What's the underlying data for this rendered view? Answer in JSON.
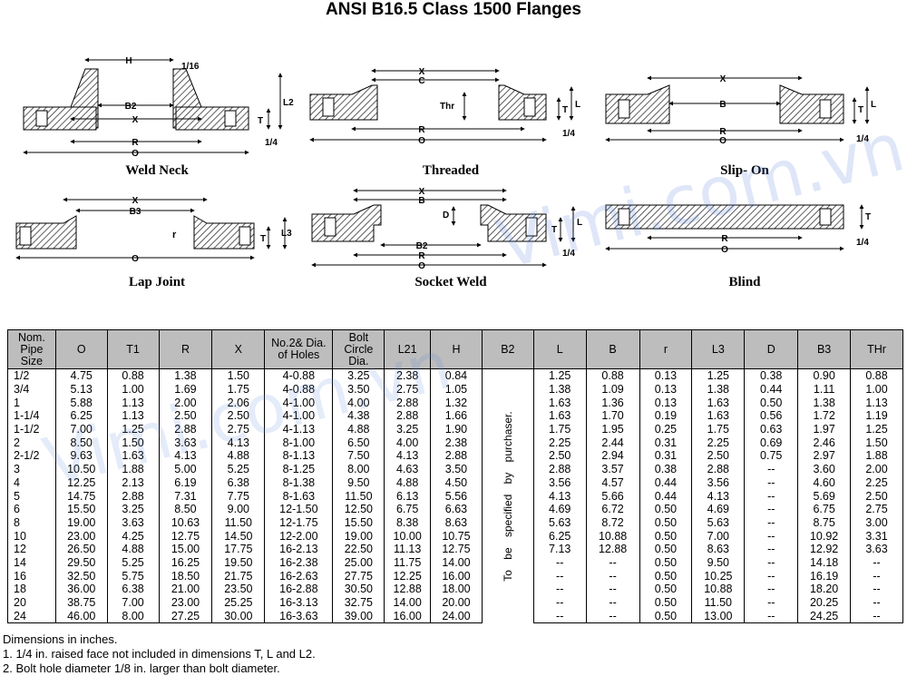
{
  "title": "ANSI B16.5 Class 1500 Flanges",
  "watermark": "Vimi.com.vn",
  "diagrams": {
    "weld_neck": {
      "caption": "Weld Neck",
      "labels": [
        "H",
        "1/16",
        "B2",
        "X",
        "L2",
        "T",
        "R",
        "O",
        "1/4"
      ]
    },
    "threaded": {
      "caption": "Threaded",
      "labels": [
        "X",
        "C",
        "Thr",
        "T",
        "L",
        "R",
        "O",
        "1/4"
      ]
    },
    "slip_on": {
      "caption": "Slip- On",
      "labels": [
        "X",
        "B",
        "T",
        "L",
        "R",
        "O",
        "1/4"
      ]
    },
    "lap_joint": {
      "caption": "Lap Joint",
      "labels": [
        "X",
        "B3",
        "r",
        "T",
        "L3",
        "O"
      ]
    },
    "socket_weld": {
      "caption": "Socket Weld",
      "labels": [
        "X",
        "B",
        "D",
        "T",
        "L",
        "B2",
        "R",
        "O",
        "1/4"
      ]
    },
    "blind": {
      "caption": "Blind",
      "labels": [
        "T",
        "R",
        "O",
        "1/4"
      ]
    }
  },
  "table": {
    "headers": [
      "Nom. Pipe Size",
      "O",
      "T1",
      "R",
      "X",
      "No.2& Dia. of Holes",
      "Bolt Circle Dia.",
      "L21",
      "H",
      "B2",
      "L",
      "B",
      "r",
      "L3",
      "D",
      "B3",
      "THr"
    ],
    "b2_note": "To be specified by purchaser.",
    "rows": [
      [
        "1/2",
        "4.75",
        "0.88",
        "1.38",
        "1.50",
        "4-0.88",
        "3.25",
        "2.38",
        "0.84",
        "1.25",
        "0.88",
        "0.13",
        "1.25",
        "0.38",
        "0.90",
        "0.88"
      ],
      [
        "3/4",
        "5.13",
        "1.00",
        "1.69",
        "1.75",
        "4-0.88",
        "3.50",
        "2.75",
        "1.05",
        "1.38",
        "1.09",
        "0.13",
        "1.38",
        "0.44",
        "1.11",
        "1.00"
      ],
      [
        "1",
        "5.88",
        "1.13",
        "2.00",
        "2.06",
        "4-1.00",
        "4.00",
        "2.88",
        "1.32",
        "1.63",
        "1.36",
        "0.13",
        "1.63",
        "0.50",
        "1.38",
        "1.13"
      ],
      [
        "1-1/4",
        "6.25",
        "1.13",
        "2.50",
        "2.50",
        "4-1.00",
        "4.38",
        "2.88",
        "1.66",
        "1.63",
        "1.70",
        "0.19",
        "1.63",
        "0.56",
        "1.72",
        "1.19"
      ],
      [
        "1-1/2",
        "7.00",
        "1.25",
        "2.88",
        "2.75",
        "4-1.13",
        "4.88",
        "3.25",
        "1.90",
        "1.75",
        "1.95",
        "0.25",
        "1.75",
        "0.63",
        "1.97",
        "1.25"
      ],
      [
        "2",
        "8.50",
        "1.50",
        "3.63",
        "4.13",
        "8-1.00",
        "6.50",
        "4.00",
        "2.38",
        "2.25",
        "2.44",
        "0.31",
        "2.25",
        "0.69",
        "2.46",
        "1.50"
      ],
      [
        "2-1/2",
        "9.63",
        "1.63",
        "4.13",
        "4.88",
        "8-1.13",
        "7.50",
        "4.13",
        "2.88",
        "2.50",
        "2.94",
        "0.31",
        "2.50",
        "0.75",
        "2.97",
        "1.88"
      ],
      [
        "3",
        "10.50",
        "1.88",
        "5.00",
        "5.25",
        "8-1.25",
        "8.00",
        "4.63",
        "3.50",
        "2.88",
        "3.57",
        "0.38",
        "2.88",
        "--",
        "3.60",
        "2.00"
      ],
      [
        "4",
        "12.25",
        "2.13",
        "6.19",
        "6.38",
        "8-1.38",
        "9.50",
        "4.88",
        "4.50",
        "3.56",
        "4.57",
        "0.44",
        "3.56",
        "--",
        "4.60",
        "2.25"
      ],
      [
        "5",
        "14.75",
        "2.88",
        "7.31",
        "7.75",
        "8-1.63",
        "11.50",
        "6.13",
        "5.56",
        "4.13",
        "5.66",
        "0.44",
        "4.13",
        "--",
        "5.69",
        "2.50"
      ],
      [
        "6",
        "15.50",
        "3.25",
        "8.50",
        "9.00",
        "12-1.50",
        "12.50",
        "6.75",
        "6.63",
        "4.69",
        "6.72",
        "0.50",
        "4.69",
        "--",
        "6.75",
        "2.75"
      ],
      [
        "8",
        "19.00",
        "3.63",
        "10.63",
        "11.50",
        "12-1.75",
        "15.50",
        "8.38",
        "8.63",
        "5.63",
        "8.72",
        "0.50",
        "5.63",
        "--",
        "8.75",
        "3.00"
      ],
      [
        "10",
        "23.00",
        "4.25",
        "12.75",
        "14.50",
        "12-2.00",
        "19.00",
        "10.00",
        "10.75",
        "6.25",
        "10.88",
        "0.50",
        "7.00",
        "--",
        "10.92",
        "3.31"
      ],
      [
        "12",
        "26.50",
        "4.88",
        "15.00",
        "17.75",
        "16-2.13",
        "22.50",
        "11.13",
        "12.75",
        "7.13",
        "12.88",
        "0.50",
        "8.63",
        "--",
        "12.92",
        "3.63"
      ],
      [
        "14",
        "29.50",
        "5.25",
        "16.25",
        "19.50",
        "16-2.38",
        "25.00",
        "11.75",
        "14.00",
        "--",
        "--",
        "0.50",
        "9.50",
        "--",
        "14.18",
        "--"
      ],
      [
        "16",
        "32.50",
        "5.75",
        "18.50",
        "21.75",
        "16-2.63",
        "27.75",
        "12.25",
        "16.00",
        "--",
        "--",
        "0.50",
        "10.25",
        "--",
        "16.19",
        "--"
      ],
      [
        "18",
        "36.00",
        "6.38",
        "21.00",
        "23.50",
        "16-2.88",
        "30.50",
        "12.88",
        "18.00",
        "--",
        "--",
        "0.50",
        "10.88",
        "--",
        "18.20",
        "--"
      ],
      [
        "20",
        "38.75",
        "7.00",
        "23.00",
        "25.25",
        "16-3.13",
        "32.75",
        "14.00",
        "20.00",
        "--",
        "--",
        "0.50",
        "11.50",
        "--",
        "20.25",
        "--"
      ],
      [
        "24",
        "46.00",
        "8.00",
        "27.25",
        "30.00",
        "16-3.63",
        "39.00",
        "16.00",
        "24.00",
        "--",
        "--",
        "0.50",
        "13.00",
        "--",
        "24.25",
        "--"
      ]
    ]
  },
  "notes": [
    "Dimensions in inches.",
    "1. 1/4 in. raised face not included in dimensions T, L and L2.",
    "2. Bolt hole diameter 1/8 in. larger than bolt diameter."
  ]
}
